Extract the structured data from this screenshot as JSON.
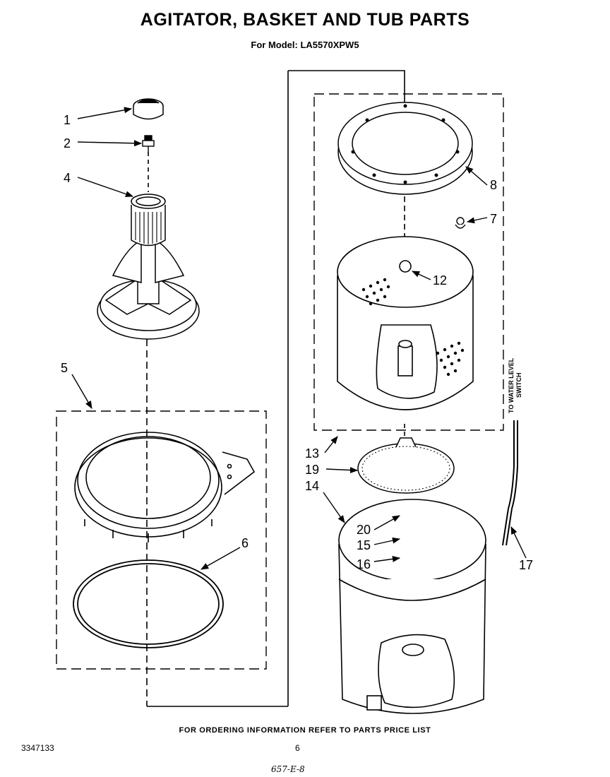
{
  "title": "AGITATOR, BASKET AND TUB PARTS",
  "subtitle": "For Model: LA5570XPW5",
  "footer_note": "FOR ORDERING INFORMATION REFER TO PARTS PRICE LIST",
  "document_number": "3347133",
  "page_number": "6",
  "handwritten_note": "657-E-8",
  "side_label_line1": "TO WATER LEVEL",
  "side_label_line2": "SWITCH",
  "part_labels": {
    "p1": "1",
    "p2": "2",
    "p4": "4",
    "p5": "5",
    "p6": "6",
    "p7": "7",
    "p8": "8",
    "p12": "12",
    "p13": "13",
    "p14": "14",
    "p15": "15",
    "p16": "16",
    "p17": "17",
    "p19": "19",
    "p20": "20"
  }
}
